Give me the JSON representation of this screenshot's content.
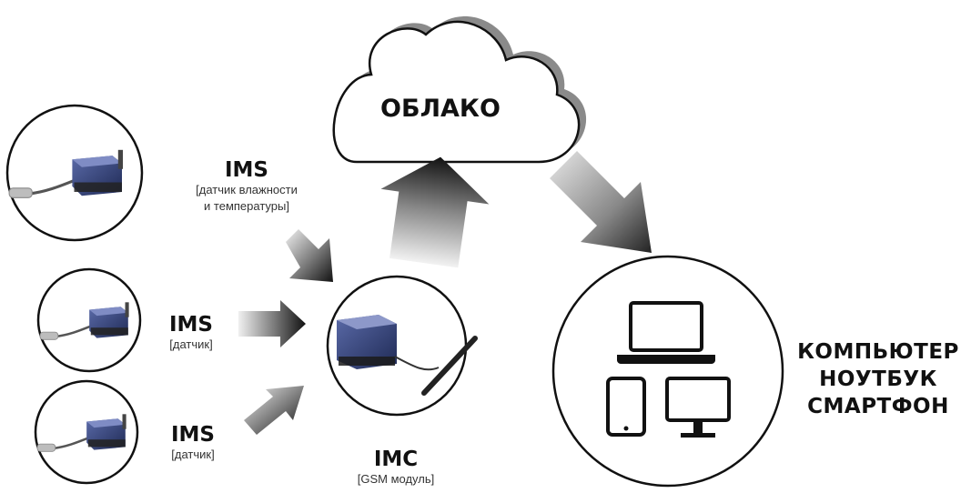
{
  "cloud": {
    "label": "ОБЛАКО"
  },
  "sensors": [
    {
      "title": "IMS",
      "caption_line1": "[датчик влажности",
      "caption_line2": "и температуры]"
    },
    {
      "title": "IMS",
      "caption": "[датчик]"
    },
    {
      "title": "IMS",
      "caption": "[датчик]"
    }
  ],
  "hub": {
    "title": "IMC",
    "caption": "[GSM модуль]"
  },
  "devices": {
    "line1": "КОМПЬЮТЕР",
    "line2": "НОУТБУК",
    "line3": "СМАРТФОН"
  },
  "icons": [
    "sensor-device-image",
    "gsm-module-image",
    "laptop-icon",
    "tablet-icon",
    "monitor-icon"
  ],
  "colors": {
    "stroke": "#111111",
    "arrow_dark": "#1a1a1a",
    "arrow_light": "#e6e6e6",
    "device_blue": "#2f3e73"
  }
}
